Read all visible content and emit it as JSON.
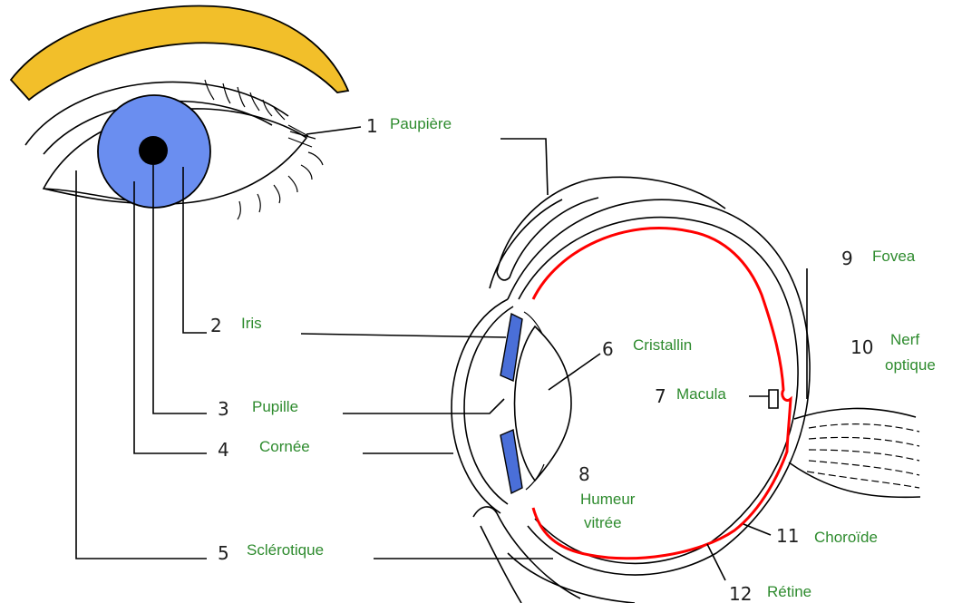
{
  "colors": {
    "label_text": "#2e8b2e",
    "iris": "#6a8ef0",
    "lens_blue": "#4a6fd8",
    "eyebrow": "#f2bf2a",
    "retina": "#ff0000",
    "outline": "#000000"
  },
  "labels": [
    {
      "id": "paupiere",
      "num": "1",
      "text": "Paupière"
    },
    {
      "id": "iris",
      "num": "2",
      "text": "Iris"
    },
    {
      "id": "pupille",
      "num": "3",
      "text": "Pupille"
    },
    {
      "id": "cornee",
      "num": "4",
      "text": "Cornée"
    },
    {
      "id": "sclerotique",
      "num": "5",
      "text": "Sclérotique"
    },
    {
      "id": "cristallin",
      "num": "6",
      "text": "Cristallin"
    },
    {
      "id": "macula",
      "num": "7",
      "text": "Macula"
    },
    {
      "id": "humeur",
      "num": "8",
      "text": "Humeur",
      "text2": "vitrée"
    },
    {
      "id": "fovea",
      "num": "9",
      "text": "Fovea"
    },
    {
      "id": "nerf",
      "num": "10",
      "text": "Nerf",
      "text2": "optique"
    },
    {
      "id": "choroide",
      "num": "11",
      "text": "Choroïde"
    },
    {
      "id": "retine",
      "num": "12",
      "text": "Rétine"
    }
  ]
}
